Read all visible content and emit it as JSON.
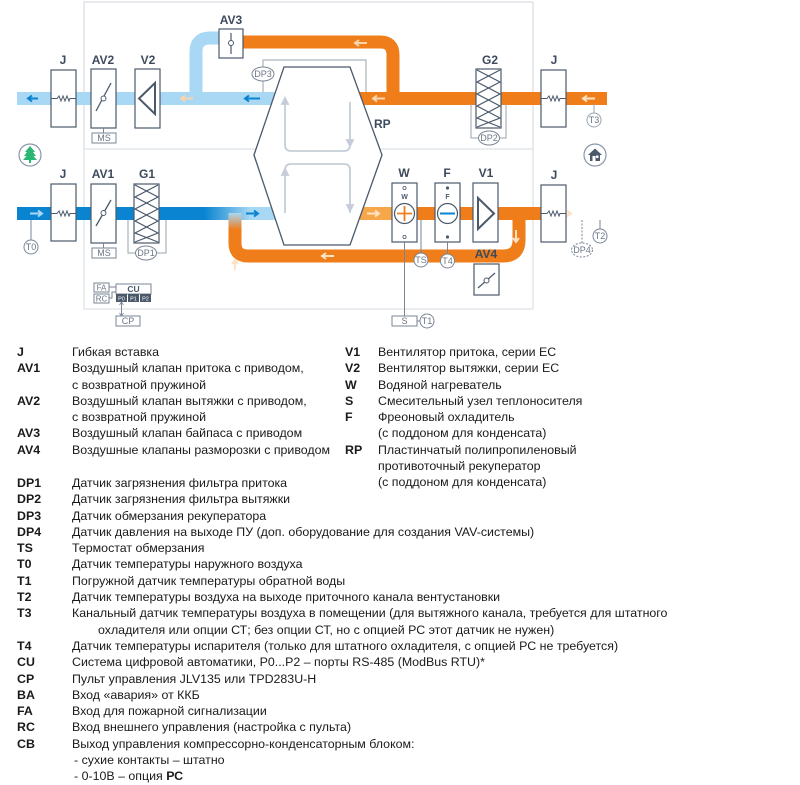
{
  "diagram": {
    "colors": {
      "supply_outdoor": "#0a84d0",
      "supply_light": "#a8d8f4",
      "exhaust": "#ef7d1a",
      "supply_warm": "#f6a74a",
      "outline": "#4b596b",
      "sensor": "#7a8595"
    },
    "components": {
      "J": "J",
      "AV1": "AV1",
      "AV2": "AV2",
      "AV3": "AV3",
      "AV4": "AV4",
      "V1": "V1",
      "V2": "V2",
      "G1": "G1",
      "G2": "G2",
      "W": "W",
      "F": "F",
      "RP": "RP"
    },
    "sensors": {
      "MS": "MS",
      "DP1": "DP1",
      "DP2": "DP2",
      "DP3": "DP3",
      "DP4": "DP4",
      "TS": "TS",
      "T0": "T0",
      "T1": "T1",
      "T2": "T2",
      "T3": "T3",
      "T4": "T4",
      "S": "S"
    },
    "control": {
      "CU": "CU",
      "FA": "FA",
      "RC": "RC",
      "CP": "CP",
      "ports": [
        "P0",
        "P1",
        "P2"
      ]
    },
    "icons": {
      "outdoor": "tree-icon",
      "indoor": "house-icon"
    }
  },
  "legend_left_top": [
    {
      "code": "J",
      "desc": "Гибкая вставка"
    },
    {
      "code": "AV1",
      "desc": "Воздушный клапан притока с приводом,",
      "cont": "с возвратной пружиной"
    },
    {
      "code": "AV2",
      "desc": "Воздушный клапан вытяжки с приводом,",
      "cont": "с возвратной пружиной"
    },
    {
      "code": "AV3",
      "desc": "Воздушный клапан байпаса с приводом"
    },
    {
      "code": "AV4",
      "desc": "Воздушные клапаны разморозки с приводом"
    }
  ],
  "legend_right_top": [
    {
      "code": "V1",
      "desc": "Вентилятор притока, серии ЕС"
    },
    {
      "code": "V2",
      "desc": "Вентилятор вытяжки, серии ЕС"
    },
    {
      "code": "W",
      "desc": "Водяной нагреватель"
    },
    {
      "code": "S",
      "desc": "Смесительный узел теплоносителя"
    },
    {
      "code": "F",
      "desc": "Фреоновый охладитель",
      "cont": "(с поддоном для конденсата)"
    },
    {
      "code": "RP",
      "desc": "Пластинчатый полипропиленовый",
      "cont": "противоточный рекуператор",
      "cont2": "(с поддоном для конденсата)"
    }
  ],
  "legend_bottom": [
    {
      "code": "DP1",
      "desc": "Датчик загрязнения фильтра притока"
    },
    {
      "code": "DP2",
      "desc": "Датчик загрязнения фильтра вытяжки"
    },
    {
      "code": "DP3",
      "desc": "Датчик обмерзания рекуператора"
    },
    {
      "code": "DP4",
      "desc": "Датчик давления на выходе ПУ (доп. оборудование для создания VAV-системы)"
    },
    {
      "code": "TS",
      "desc": "Термостат обмерзания"
    },
    {
      "code": "T0",
      "desc": "Датчик температуры наружного воздуха"
    },
    {
      "code": "T1",
      "desc": "Погружной датчик температуры обратной воды"
    },
    {
      "code": "T2",
      "desc": "Датчик температуры воздуха на выходе приточного канала вентустановки"
    },
    {
      "code": "T3",
      "desc": "Канальный датчик температуры воздуха в помещении (для вытяжного канала, требуется для штатного",
      "cont": "охладителя или опции СТ; без опции СТ, но с опцией РС этот датчик не нужен)"
    },
    {
      "code": "T4",
      "desc": "Датчик температуры испарителя (только для штатного охладителя, с опцией РС не требуется)"
    },
    {
      "code": "CU",
      "desc": "Система цифровой автоматики, P0...P2 – порты RS-485 (ModBus RTU)*"
    },
    {
      "code": "CP",
      "desc": "Пульт управления JLV135 или TPD283U-H"
    },
    {
      "code": "BA",
      "desc": "Вход «авария» от ККБ"
    },
    {
      "code": "FA",
      "desc": "Вход для пожарной сигнализации"
    },
    {
      "code": "RC",
      "desc": "Вход внешнего управления (настройка с пульта)"
    },
    {
      "code": "CB",
      "desc": "Выход управления компрессорно-конденсаторным блоком:"
    }
  ],
  "cb_options": [
    {
      "text": "- сухие контакты – штатно"
    },
    {
      "text": "- 0-10В – опция ",
      "bold": "РС"
    }
  ]
}
